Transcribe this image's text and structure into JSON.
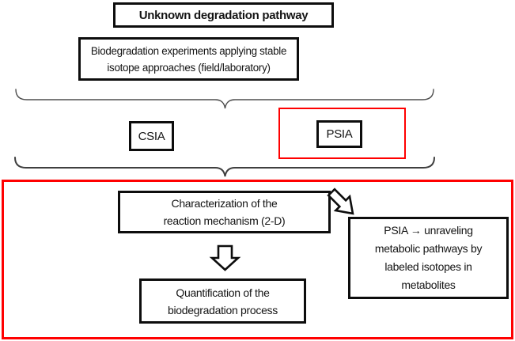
{
  "figure": {
    "description": "Flow diagram of stable isotope approaches for unknown degradation pathways",
    "colors": {
      "box_border": "#0d0d0d",
      "highlight_red": "#ff0000",
      "brace_gray": "#474747",
      "background": "#ffffff"
    },
    "nodes": {
      "title": {
        "text": "Unknown degradation pathway"
      },
      "experiments": {
        "lines": [
          "Biodegradation experiments applying stable",
          "isotope approaches (field/laboratory)"
        ]
      },
      "csia": {
        "text": "CSIA"
      },
      "psia": {
        "text": "PSIA"
      },
      "characterization": {
        "lines": [
          "Characterization of the",
          "reaction mechanism (2-D)"
        ]
      },
      "quantification": {
        "lines": [
          "Quantification of the",
          "biodegradation process"
        ]
      },
      "psia_result": {
        "lines": [
          "PSIA → unraveling",
          "metabolic pathways by",
          "labeled isotopes in",
          "metabolites"
        ]
      }
    }
  }
}
